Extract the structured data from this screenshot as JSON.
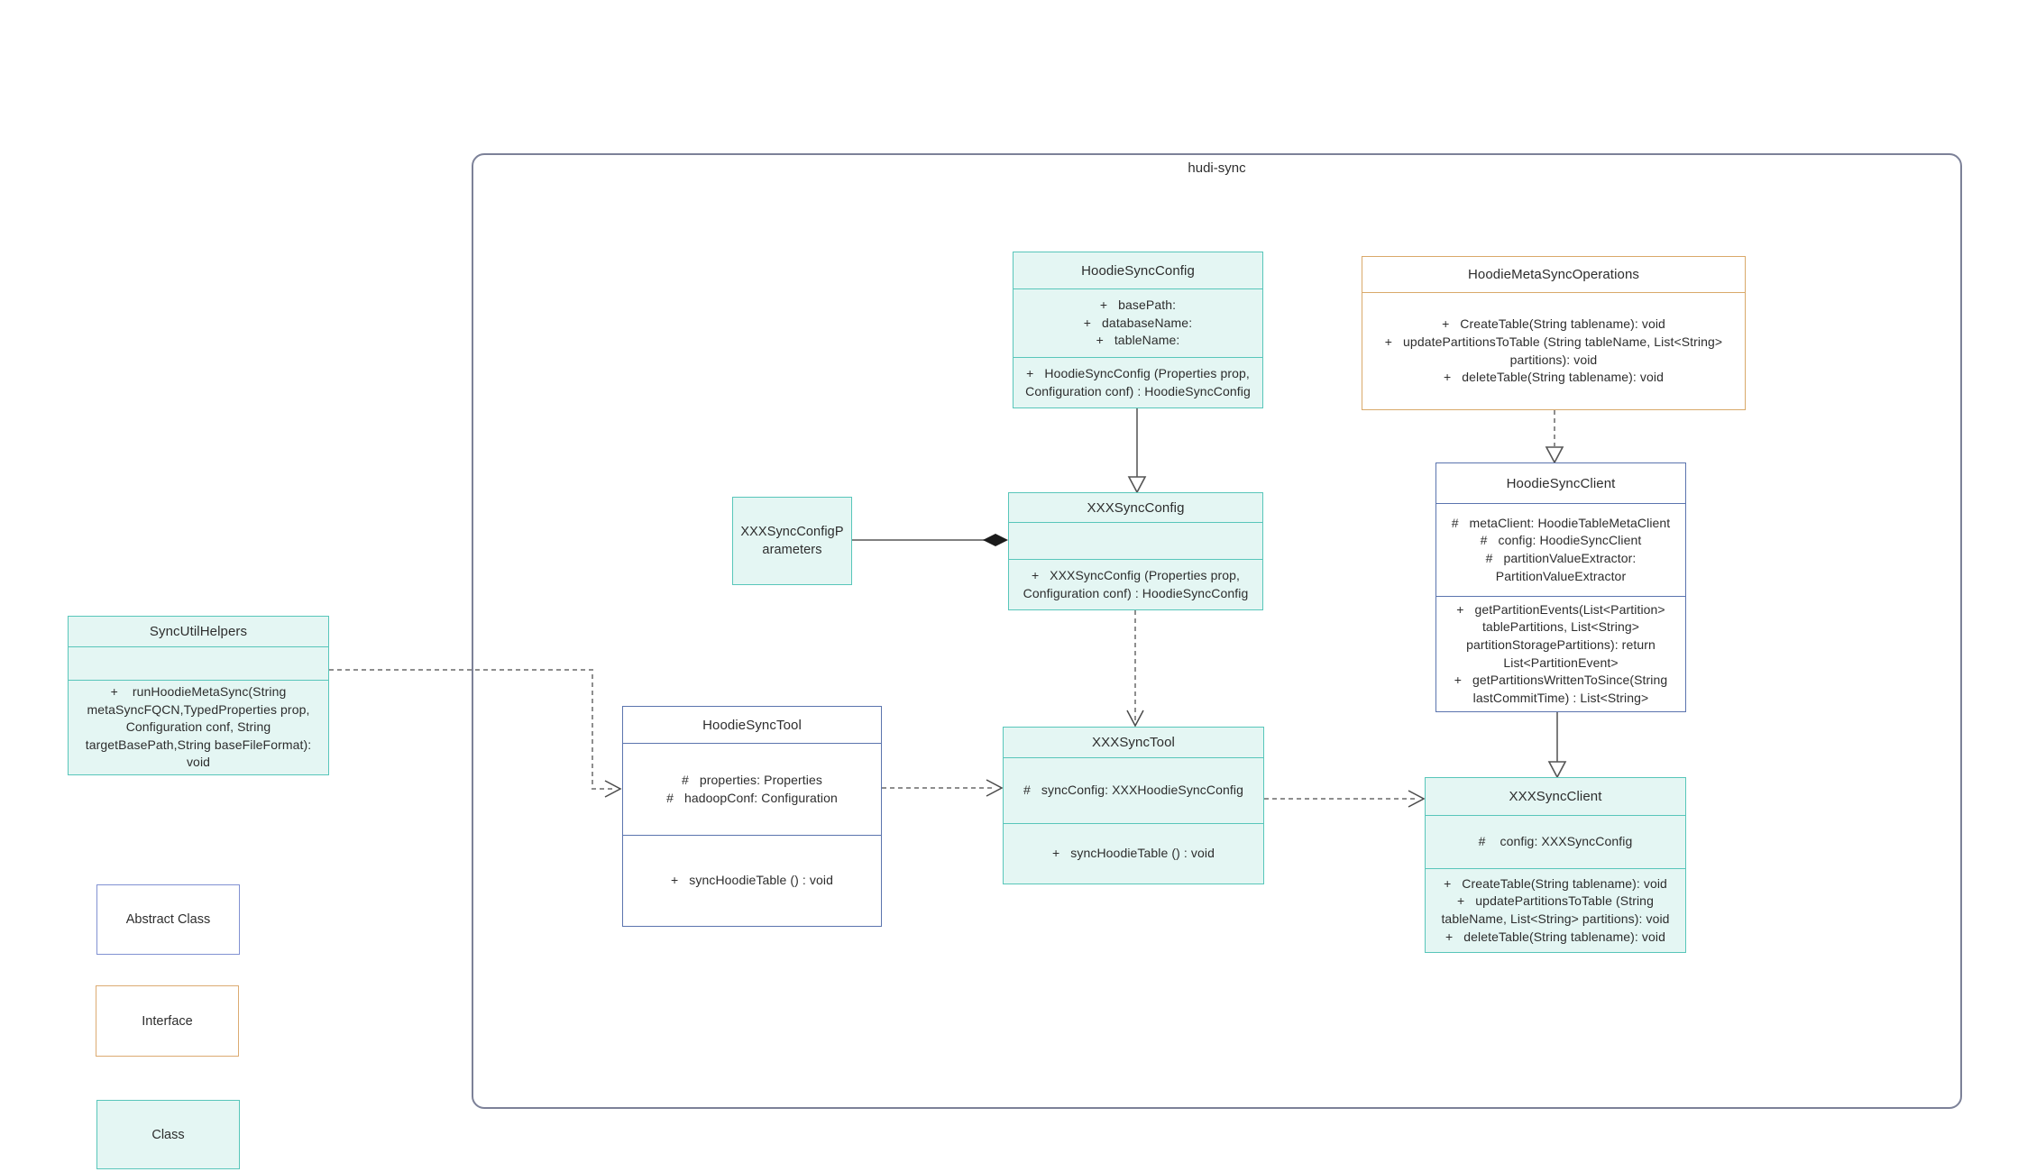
{
  "container": {
    "label": "hudi-sync"
  },
  "classes": {
    "hoodie_sync_config": {
      "stereotype": "class",
      "title": "HoodieSyncConfig",
      "fields": [
        "+   basePath:",
        "+   databaseName:",
        "+   tableName:"
      ],
      "methods": [
        "+   HoodieSyncConfig (Properties prop, Configuration conf) : HoodieSyncConfig"
      ]
    },
    "hoodie_meta_sync_operations": {
      "stereotype": "interface",
      "title": "HoodieMetaSyncOperations",
      "methods": [
        "+   CreateTable(String tablename): void",
        "+   updatePartitionsToTable (String tableName, List<String> partitions): void",
        "+   deleteTable(String tablename): void"
      ]
    },
    "xxx_sync_config": {
      "stereotype": "class",
      "title": "XXXSyncConfig",
      "methods": [
        "+   XXXSyncConfig (Properties prop, Configuration conf) : HoodieSyncConfig"
      ]
    },
    "xxx_sync_config_parameters": {
      "stereotype": "class",
      "title": "XXXSyncConfigParameters"
    },
    "sync_util_helpers": {
      "stereotype": "class",
      "title": "SyncUtilHelpers",
      "methods": [
        "+    runHoodieMetaSync(String metaSyncFQCN,TypedProperties prop, Configuration conf, String targetBasePath,String baseFileFormat): void"
      ]
    },
    "hoodie_sync_tool": {
      "stereotype": "abstract",
      "title": "HoodieSyncTool",
      "fields": [
        "#   properties: Properties",
        "#   hadoopConf: Configuration"
      ],
      "methods": [
        "+   syncHoodieTable () : void"
      ]
    },
    "xxx_sync_tool": {
      "stereotype": "class",
      "title": "XXXSyncTool",
      "fields": [
        "#   syncConfig: XXXHoodieSyncConfig"
      ],
      "methods": [
        "+   syncHoodieTable () : void"
      ]
    },
    "hoodie_sync_client": {
      "stereotype": "abstract",
      "title": "HoodieSyncClient",
      "fields": [
        "#   metaClient: HoodieTableMetaClient",
        "#   config: HoodieSyncClient",
        "#   partitionValueExtractor: PartitionValueExtractor"
      ],
      "methods": [
        "+   getPartitionEvents(List<Partition> tablePartitions, List<String> partitionStoragePartitions): return List<PartitionEvent>",
        "+   getPartitionsWrittenToSince(String lastCommitTime) : List<String>"
      ]
    },
    "xxx_sync_client": {
      "stereotype": "class",
      "title": "XXXSyncClient",
      "fields": [
        "#    config: XXXSyncConfig"
      ],
      "methods": [
        "+   CreateTable(String tablename): void",
        "+   updatePartitionsToTable (String tableName, List<String> partitions): void",
        "+   deleteTable(String tablename): void"
      ]
    }
  },
  "legend": {
    "abstract_class_label": "Abstract Class",
    "interface_label": "Interface",
    "class_label": "Class"
  },
  "relationships": [
    {
      "from": "HoodieSyncConfig",
      "to": "XXXSyncConfig",
      "type": "generalization",
      "line": "solid",
      "head": "hollow-triangle"
    },
    {
      "from": "HoodieMetaSyncOperations",
      "to": "HoodieSyncClient",
      "type": "realization",
      "line": "dashed",
      "head": "hollow-triangle"
    },
    {
      "from": "XXXSyncConfig",
      "to": "XXXSyncTool",
      "type": "dependency",
      "line": "dashed",
      "head": "open-arrow"
    },
    {
      "from": "HoodieSyncClient",
      "to": "XXXSyncClient",
      "type": "generalization",
      "line": "solid",
      "head": "hollow-triangle"
    },
    {
      "from": "XXXSyncConfigParameters",
      "to": "XXXSyncConfig",
      "type": "composition",
      "line": "solid",
      "head": "filled-diamond"
    },
    {
      "from": "SyncUtilHelpers",
      "to": "HoodieSyncTool",
      "type": "dependency",
      "line": "dashed",
      "head": "open-arrow"
    },
    {
      "from": "HoodieSyncTool",
      "to": "XXXSyncTool",
      "type": "dependency",
      "line": "dashed",
      "head": "open-arrow"
    },
    {
      "from": "XXXSyncTool",
      "to": "XXXSyncClient",
      "type": "dependency",
      "line": "dashed",
      "head": "open-arrow"
    }
  ],
  "colors": {
    "class_fill": "#e4f6f3",
    "class_border": "#58c6ba",
    "abstract_border": "#5b74ae",
    "interface_border": "#d9a96a",
    "package_border": "#7c8198"
  }
}
